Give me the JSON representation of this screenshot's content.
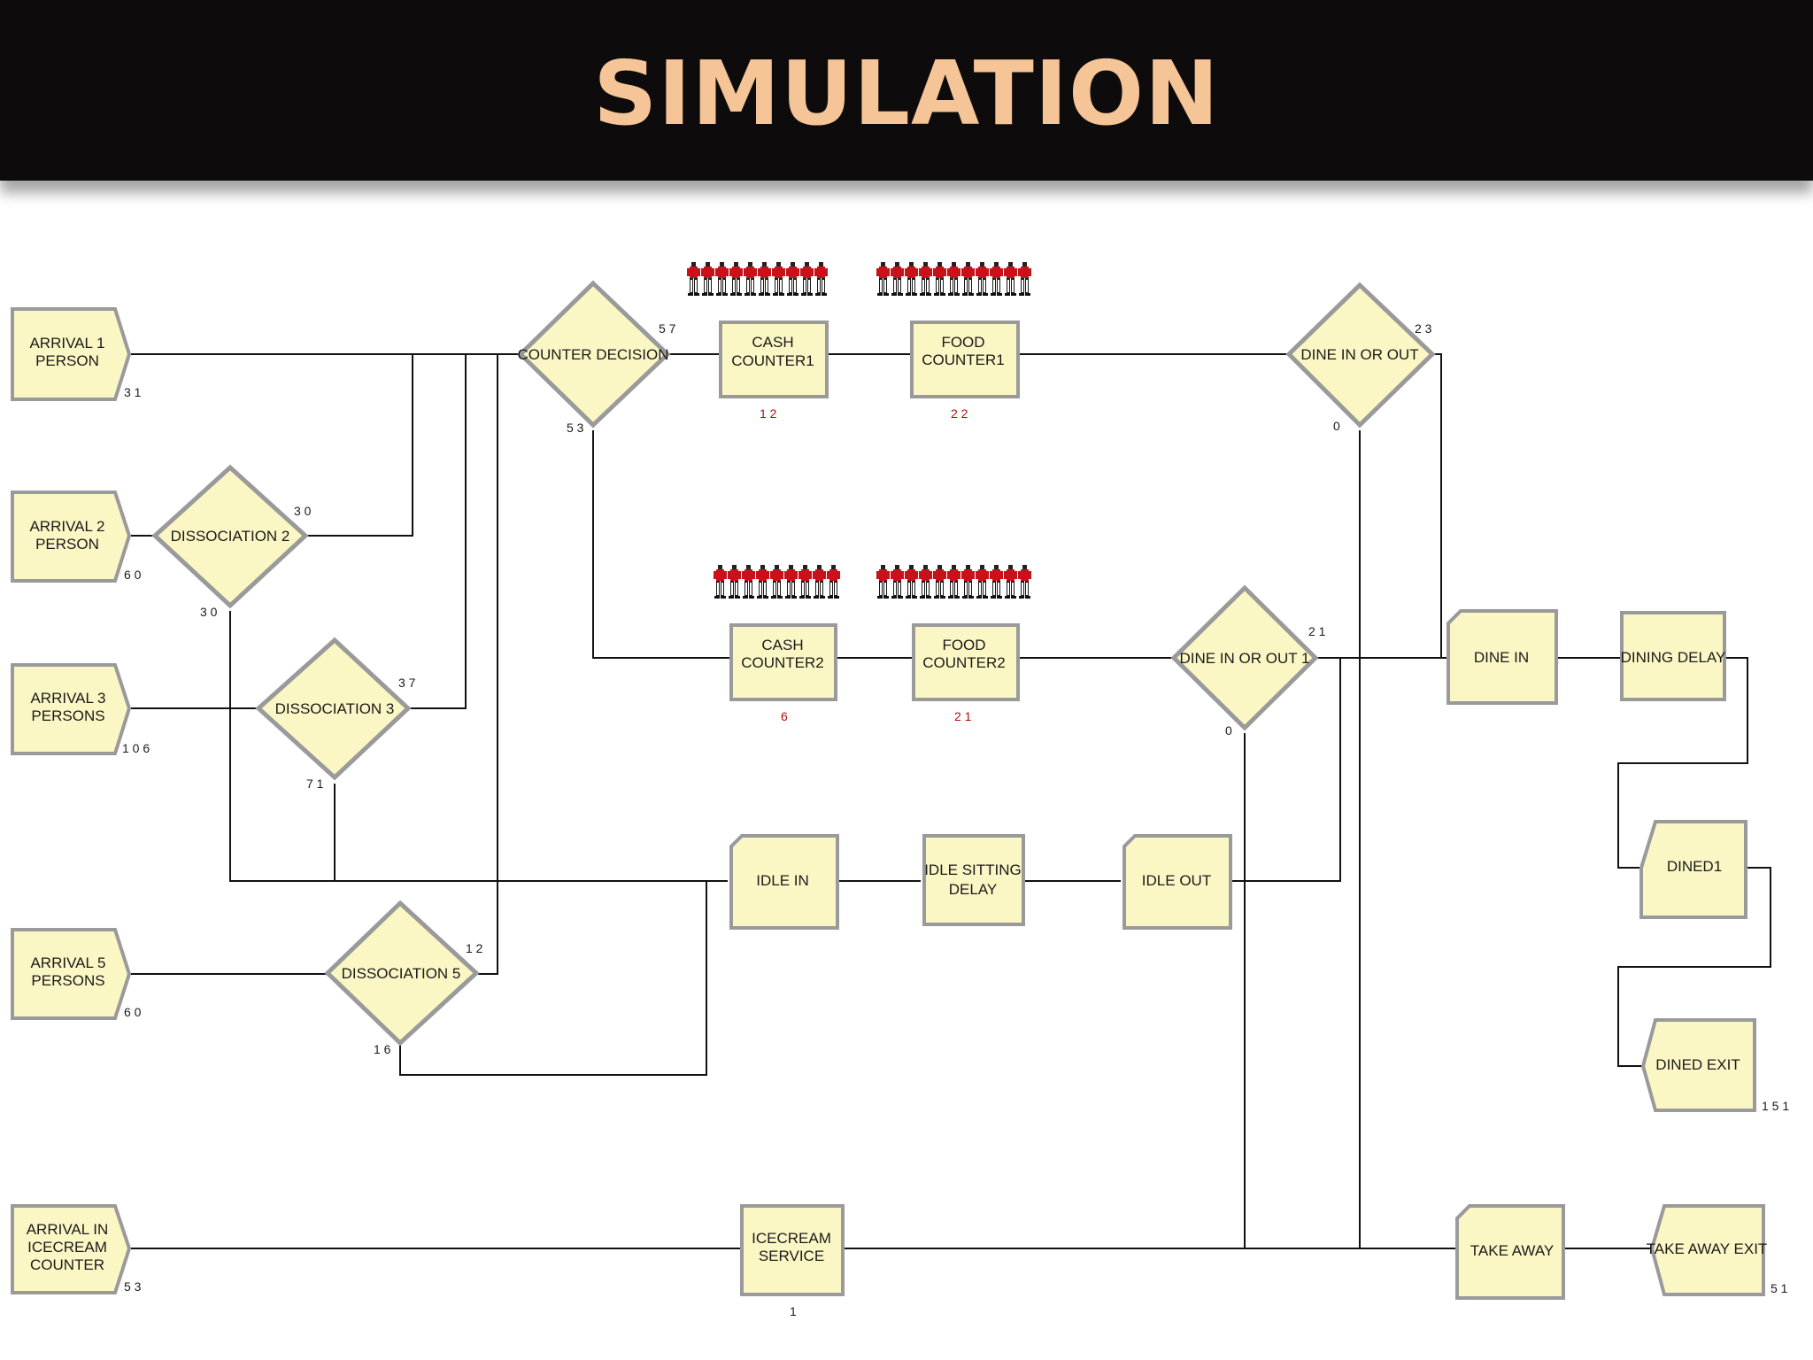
{
  "title": "SIMULATION",
  "colors": {
    "title_bg": "#0d0b0c",
    "title_text": "#f6c597",
    "module_fill": "#fbf7c4",
    "module_border": "#9a9a9a",
    "person_red": "#c8111a"
  },
  "modules": {
    "arrival1": "ARRIVAL 1\nPERSON",
    "arrival2": "ARRIVAL 2\nPERSON",
    "arrival3": "ARRIVAL 3\nPERSONS",
    "arrival5": "ARRIVAL 5\nPERSONS",
    "arrival_icecream": "ARRIVAL IN\nICECREAM\nCOUNTER",
    "dissociation2": "DISSOCIATION 2",
    "dissociation3": "DISSOCIATION 3",
    "dissociation5": "DISSOCIATION 5",
    "counter_decision": "COUNTER DECISION",
    "cash_counter1": "CASH\nCOUNTER1",
    "food_counter1": "FOOD\nCOUNTER1",
    "cash_counter2": "CASH\nCOUNTER2",
    "food_counter2": "FOOD\nCOUNTER2",
    "dine_in_or_out": "DINE IN OR OUT",
    "dine_in_or_out1": "DINE IN OR OUT 1",
    "dine_in": "DINE IN",
    "dining_delay": "DINING DELAY",
    "dined1": "DINED1",
    "dined_exit": "DINED EXIT",
    "idle_in": "IDLE IN",
    "idle_sitting_delay": "IDLE SITTING\nDELAY",
    "idle_out": "IDLE OUT",
    "icecream_service": "ICECREAM\nSERVICE",
    "take_away": "TAKE AWAY",
    "take_away_exit": "TAKE AWAY EXIT"
  }
}
